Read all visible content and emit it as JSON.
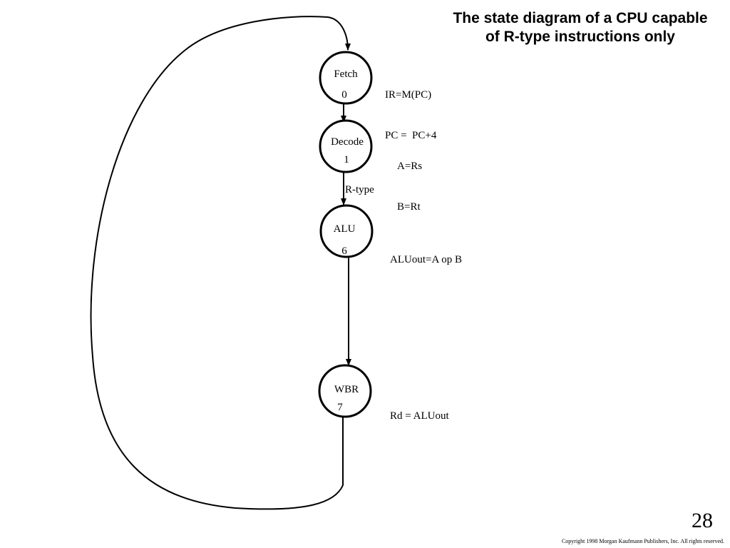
{
  "title": {
    "line1": "The state diagram of a CPU capable",
    "line2": "of R-type instructions only"
  },
  "states": [
    {
      "name": "Fetch",
      "number": "0"
    },
    {
      "name": "Decode",
      "number": "1"
    },
    {
      "name": "ALU",
      "number": "6"
    },
    {
      "name": "WBR",
      "number": "7"
    }
  ],
  "actions": {
    "fetch": [
      "IR=M(PC)",
      "PC =  PC+4"
    ],
    "decode": [
      "A=Rs",
      "B=Rt"
    ],
    "alu": [
      "ALUout=A op B"
    ],
    "wbr": [
      "Rd = ALUout"
    ]
  },
  "transition_labels": {
    "decode_to_alu": "R-type"
  },
  "footer": {
    "page_number": "28",
    "copyright": "Copyright 1998 Morgan Kaufmann Publishers, Inc. All rights reserved."
  },
  "colors": {
    "stroke": "#000000",
    "background": "#ffffff"
  }
}
